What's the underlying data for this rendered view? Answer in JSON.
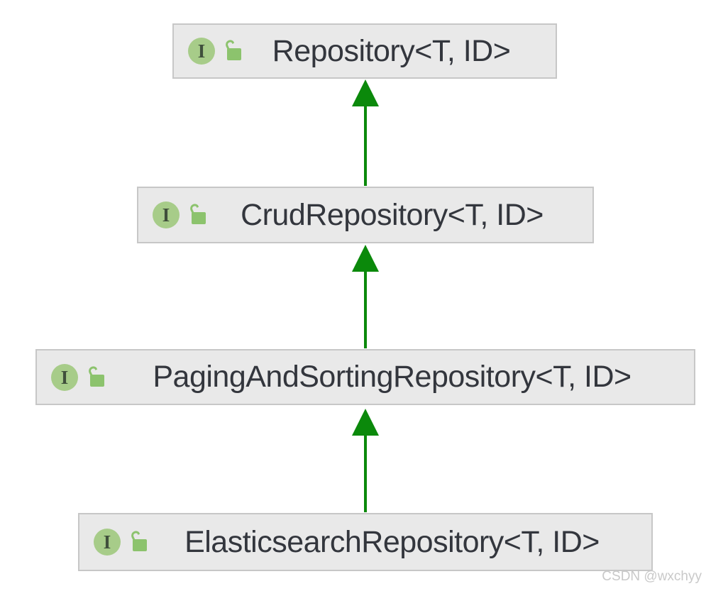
{
  "diagram": {
    "kind": "interface-inheritance-hierarchy",
    "nodes": [
      {
        "label": "Repository<T, ID>",
        "type": "interface",
        "visibility": "public",
        "icons": [
          "interface-icon",
          "unlocked-padlock-icon"
        ]
      },
      {
        "label": "CrudRepository<T, ID>",
        "type": "interface",
        "visibility": "public",
        "icons": [
          "interface-icon",
          "unlocked-padlock-icon"
        ]
      },
      {
        "label": "PagingAndSortingRepository<T, ID>",
        "type": "interface",
        "visibility": "public",
        "icons": [
          "interface-icon",
          "unlocked-padlock-icon"
        ]
      },
      {
        "label": "ElasticsearchRepository<T, ID>",
        "type": "interface",
        "visibility": "public",
        "icons": [
          "interface-icon",
          "unlocked-padlock-icon"
        ]
      }
    ],
    "edges": [
      {
        "from": "CrudRepository<T, ID>",
        "to": "Repository<T, ID>",
        "relation": "extends",
        "arrow_direction": "up"
      },
      {
        "from": "PagingAndSortingRepository<T, ID>",
        "to": "CrudRepository<T, ID>",
        "relation": "extends",
        "arrow_direction": "up"
      },
      {
        "from": "ElasticsearchRepository<T, ID>",
        "to": "PagingAndSortingRepository<T, ID>",
        "relation": "extends",
        "arrow_direction": "up"
      }
    ],
    "interface_icon_glyph": "I"
  },
  "watermark": "CSDN @wxchyy",
  "colors": {
    "background": "#ffffff",
    "node_bg": "#e9e9e9",
    "node_border": "#c7c7c7",
    "text": "#33363d",
    "arrow": "#0b890b",
    "iface_circle": "#a7cc89",
    "iface_letter": "#40503c",
    "lock": "#8cc36d",
    "watermark": "#c9c9c9"
  }
}
